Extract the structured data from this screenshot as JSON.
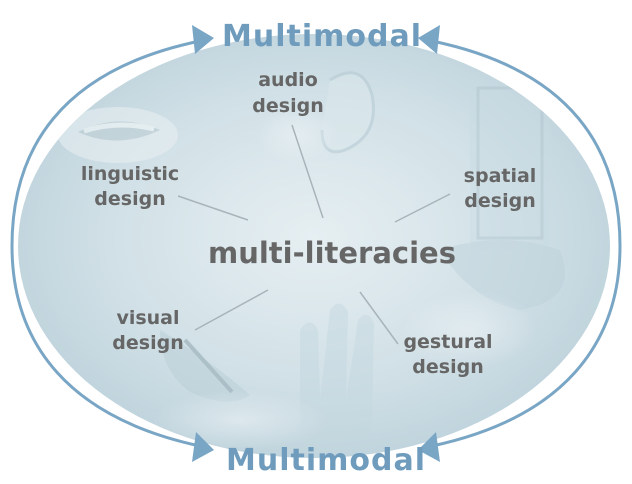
{
  "diagram": {
    "center_label": "multi-literacies",
    "arc_labels": {
      "top": "Multimodal",
      "bottom": "Multimodal"
    },
    "nodes": {
      "audio": {
        "line1": "audio",
        "line2": "design"
      },
      "linguistic": {
        "line1": "linguistic",
        "line2": "design"
      },
      "spatial": {
        "line1": "spatial",
        "line2": "design"
      },
      "visual": {
        "line1": "visual",
        "line2": "design"
      },
      "gestural": {
        "line1": "gestural",
        "line2": "design"
      }
    },
    "colors": {
      "label_text": "#666666",
      "multimodal_text": "#6f9cbd",
      "outer_ring": "#7aa6c6",
      "ellipse_fill": "#c6d9e1",
      "connector": "#a8b4ba"
    }
  }
}
